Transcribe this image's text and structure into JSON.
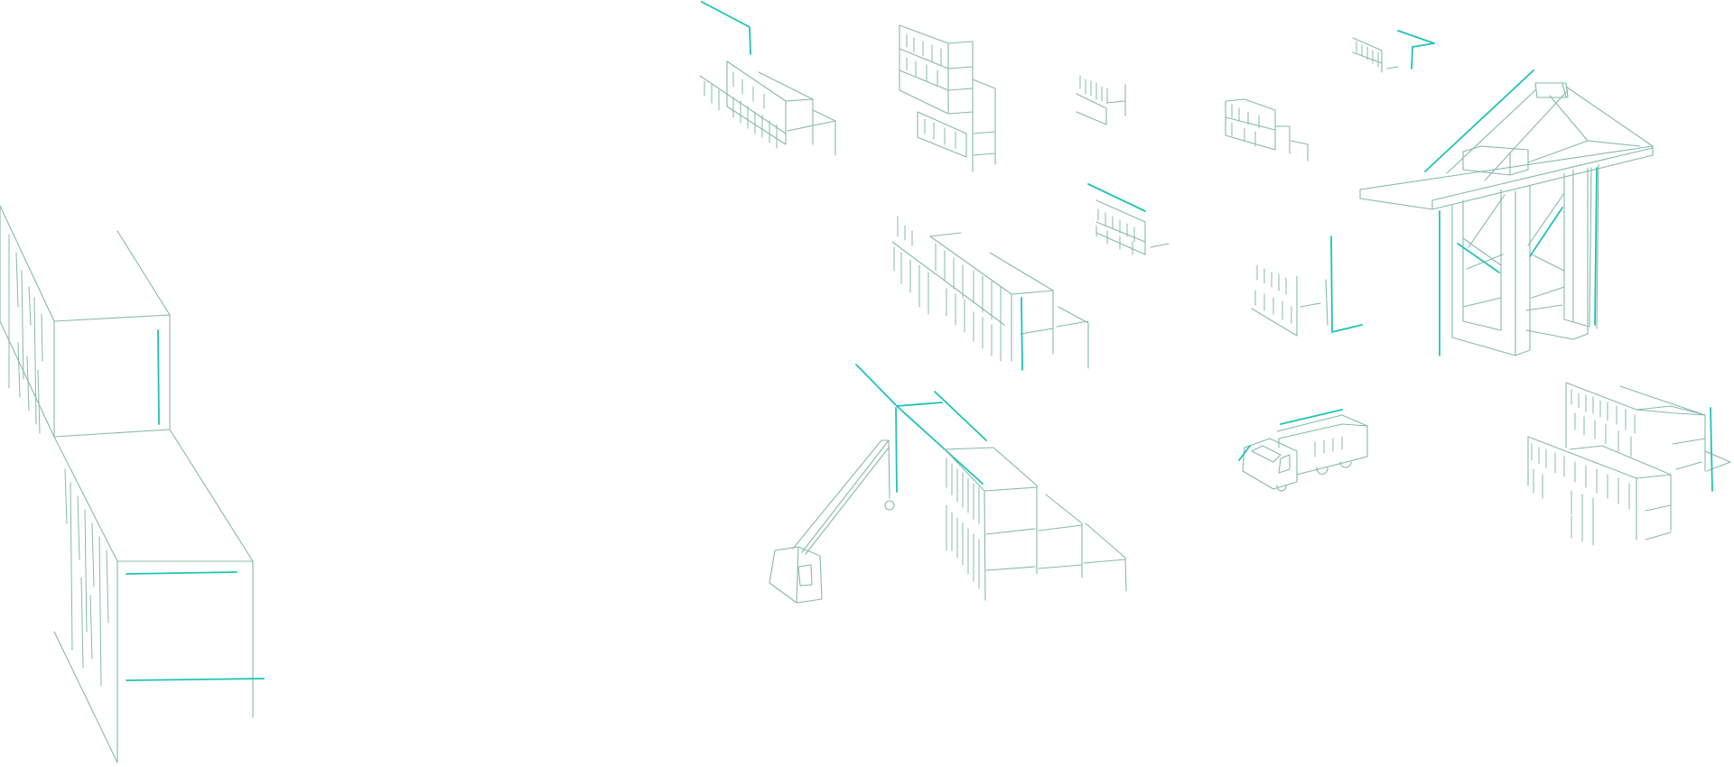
{
  "illustration": {
    "style": "isometric-line-sketch",
    "colors": {
      "line": "#86b9ad",
      "accent": "#1fc4b6",
      "background": "#ffffff"
    },
    "objects": [
      "shipping-container-stack",
      "container-block",
      "port-gantry-crane",
      "mobile-crane",
      "container-truck"
    ]
  }
}
